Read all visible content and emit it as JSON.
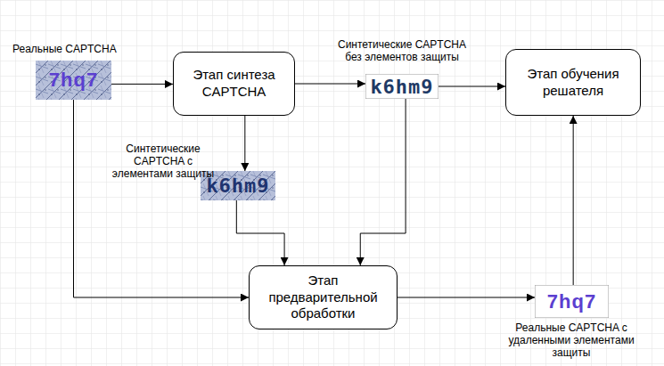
{
  "diagram": {
    "nodes": [
      {
        "text": [
          "Реальные CAPTCHA",
          "7hq7"
        ]
      },
      {
        "text": [
          "Этап синтеза CAPTCHA"
        ]
      },
      {
        "text": [
          "Синтетические CAPTCHA без элементов защиты",
          "k6hm9"
        ]
      },
      {
        "text": [
          "Этап обучения решателя"
        ]
      },
      {
        "text": [
          "Синтетические CAPTCHA с элементами защиты",
          "k6hm9"
        ]
      },
      {
        "text": [
          "Этап предварительной обработки"
        ]
      },
      {
        "text": [
          "7hq7",
          "Реальные CAPTCHA с удаленными элементами защиты"
        ]
      }
    ],
    "edges": [
      {
        "from": 0,
        "to": 1,
        "arrow": "to"
      },
      {
        "from": 1,
        "to": 2,
        "arrow": "to"
      },
      {
        "from": 2,
        "to": 3,
        "arrow": "to"
      },
      {
        "from": 1,
        "to": 4,
        "arrow": "to"
      },
      {
        "from": 4,
        "to": 5,
        "arrow": "to"
      },
      {
        "from": 2,
        "to": 5,
        "arrow": "to"
      },
      {
        "from": 0,
        "to": 5,
        "arrow": "to"
      },
      {
        "from": 5,
        "to": 6,
        "arrow": "to"
      },
      {
        "from": 6,
        "to": 3,
        "arrow": "to"
      }
    ]
  }
}
